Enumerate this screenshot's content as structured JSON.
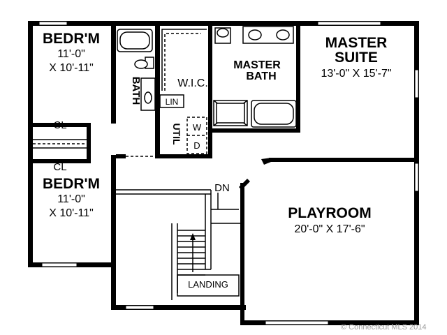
{
  "rooms": {
    "bedroom_top": {
      "name": "BEDR'M",
      "dim1": "11'-0\"",
      "dim2": "X 10'-11\""
    },
    "bedroom_bottom": {
      "name": "BEDR'M",
      "dim1": "11'-0\"",
      "dim2": "X 10'-11\""
    },
    "bath": {
      "name": "BATH"
    },
    "wic": {
      "name": "W.I.C."
    },
    "linen": {
      "name": "LIN"
    },
    "utility": {
      "name": "UTIL"
    },
    "washer": {
      "name": "W"
    },
    "dryer": {
      "name": "D"
    },
    "master_bath": {
      "name1": "MASTER",
      "name2": "BATH"
    },
    "master_suite": {
      "name1": "MASTER",
      "name2": "SUITE",
      "dim": "13'-0\" X 15'-7\""
    },
    "playroom": {
      "name": "PLAYROOM",
      "dim": "20'-0\" X 17'-6\""
    },
    "closet_top": {
      "name": "CL"
    },
    "closet_bottom": {
      "name": "CL"
    },
    "stairs": {
      "down": "DN",
      "landing": "LANDING"
    }
  },
  "copyright": "© Connecticut MLS 2014"
}
